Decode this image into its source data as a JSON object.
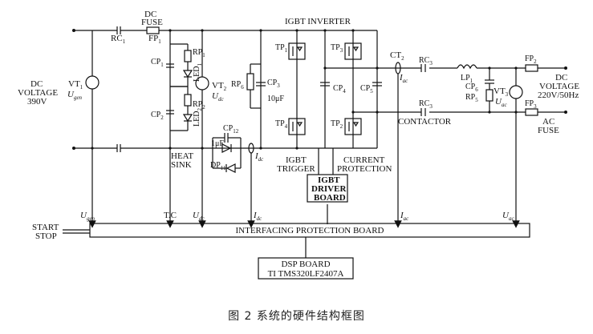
{
  "labels": {
    "dc_fuse": "DC",
    "dc_fuse2": "FUSE",
    "fp1": "FP",
    "rc1": "RC",
    "dc_voltage": "DC",
    "dc_voltage2": "VOLTAGE",
    "dc_voltage3": "390V",
    "vt1": "VT",
    "ugen": "U",
    "ugen_sub": "gen",
    "cp1": "CP",
    "rp1": "RP",
    "led1": "LED",
    "cp2": "CP",
    "rp2": "RP",
    "led2": "LED",
    "vt2": "VT",
    "udc": "U",
    "udc_sub": "dc",
    "rp6": "RP",
    "cp3": "CP",
    "cp3_val": "10μF",
    "cp12": "CP",
    "cp12_val": "1μF",
    "dp11": "DP",
    "heat": "HEAT",
    "sink": "SINK",
    "idc": "I",
    "idc_sub": "dc",
    "igbt_inverter": "IGBT INVERTER",
    "tp1": "TP",
    "tp2": "TP",
    "tp3": "TP",
    "tp4": "TP",
    "cp4": "CP",
    "cp5": "CP",
    "ct2": "CT",
    "iac": "I",
    "iac_sub": "ac",
    "rc3a": "RC",
    "rc3b": "RC",
    "lp1": "LP",
    "cp6": "CP",
    "rp5": "RP",
    "vt3": "VT",
    "uac": "U",
    "uac_sub": "ac",
    "fp2": "FP",
    "fp3": "FP",
    "dc_voltage_out": "DC",
    "dc_voltage_out2": "VOLTAGE",
    "dc_voltage_out3": "220V/50Hz",
    "ac_fuse": "AC",
    "ac_fuse2": "FUSE",
    "contactor": "CONTACTOR",
    "igbt_trigger": "IGBT",
    "igbt_trigger2": "TRIGGER",
    "current_protection": "CURRENT",
    "current_protection2": "PROTECTION",
    "driver1": "IGBT",
    "driver2": "DRIVER",
    "driver3": "BOARD",
    "start": "START",
    "stop": "STOP",
    "sig_ugen": "U",
    "sig_ugen_sub": "gen",
    "sig_tc": "T.C",
    "sig_udc": "U",
    "sig_udc_sub": "dc",
    "sig_idc": "I",
    "sig_idc_sub": "dc",
    "sig_iac": "I",
    "sig_iac_sub": "ac",
    "sig_uac": "U",
    "sig_uac_sub": "ac",
    "interfacing": "INTERFACING PROTECTION BOARD",
    "dsp1": "DSP BOARD",
    "dsp2": "TI TMS320LF2407A",
    "caption": "图 2   系统的硬件结构框图"
  },
  "subs": {
    "one": "1",
    "two": "2",
    "three": "3",
    "four": "4",
    "five": "5",
    "six": "6",
    "eleven": "11",
    "twelve": "12"
  }
}
